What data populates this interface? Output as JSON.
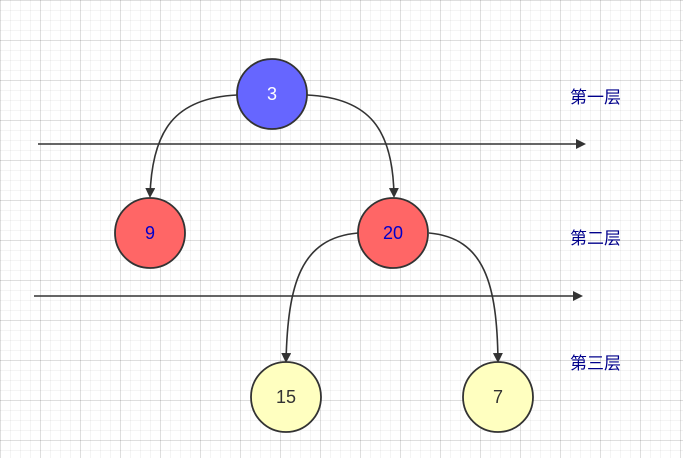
{
  "colors": {
    "root_fill": "#6666FF",
    "level2_fill": "#FF6666",
    "leaf_fill": "#FFFFC0",
    "stroke": "#333333",
    "layer_label_color": "#00008B",
    "root_text": "#FFFFFF",
    "level2_text": "#0000CC",
    "leaf_text": "#333333"
  },
  "nodes": {
    "root": "3",
    "left_child": "9",
    "right_child": "20",
    "left_grandchild": "15",
    "right_grandchild": "7"
  },
  "layers": {
    "first": "第一层",
    "second": "第二层",
    "third": "第三层"
  }
}
